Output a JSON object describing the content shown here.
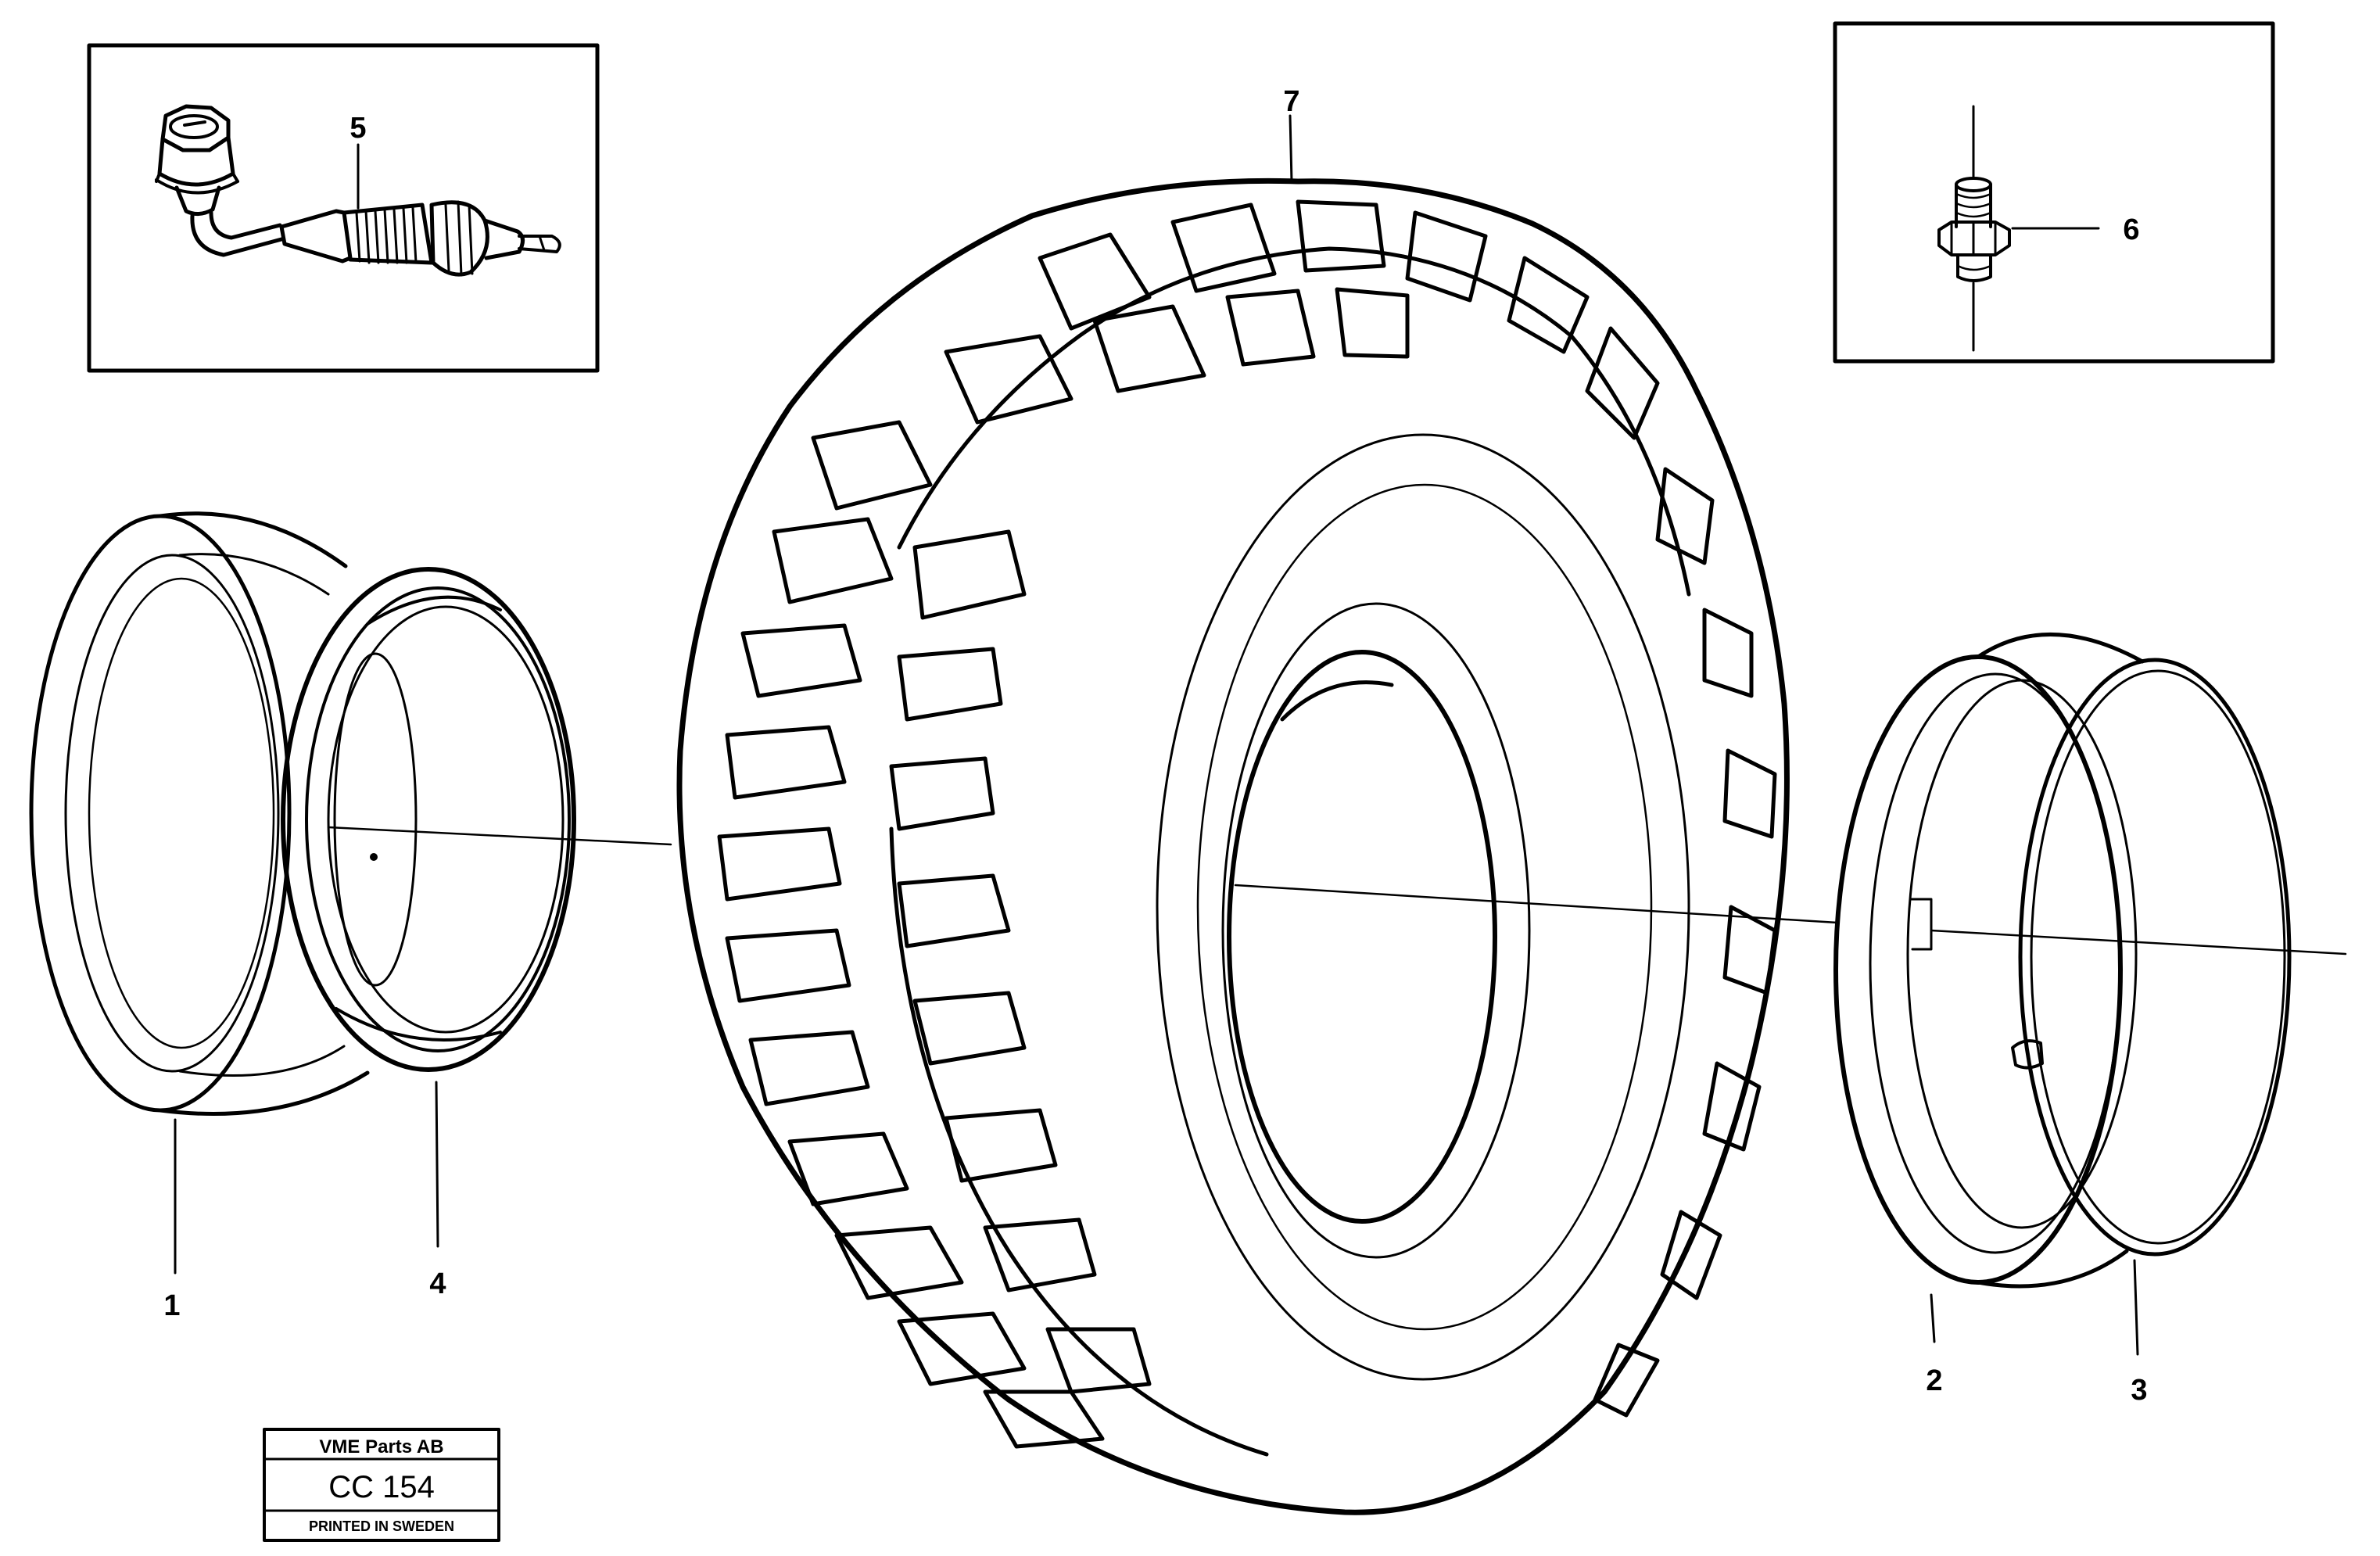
{
  "callouts": [
    {
      "id": "1",
      "label": "1",
      "part": "rim"
    },
    {
      "id": "2",
      "label": "2",
      "part": "flange"
    },
    {
      "id": "3",
      "label": "3",
      "part": "lock-ring"
    },
    {
      "id": "4",
      "label": "4",
      "part": "o-ring"
    },
    {
      "id": "5",
      "label": "5",
      "part": "valve-extension"
    },
    {
      "id": "6",
      "label": "6",
      "part": "valve"
    },
    {
      "id": "7",
      "label": "7",
      "part": "tyre"
    }
  ],
  "title_block": {
    "company": "VME Parts AB",
    "drawing_number": "CC 154",
    "printed": "PRINTED IN SWEDEN"
  }
}
